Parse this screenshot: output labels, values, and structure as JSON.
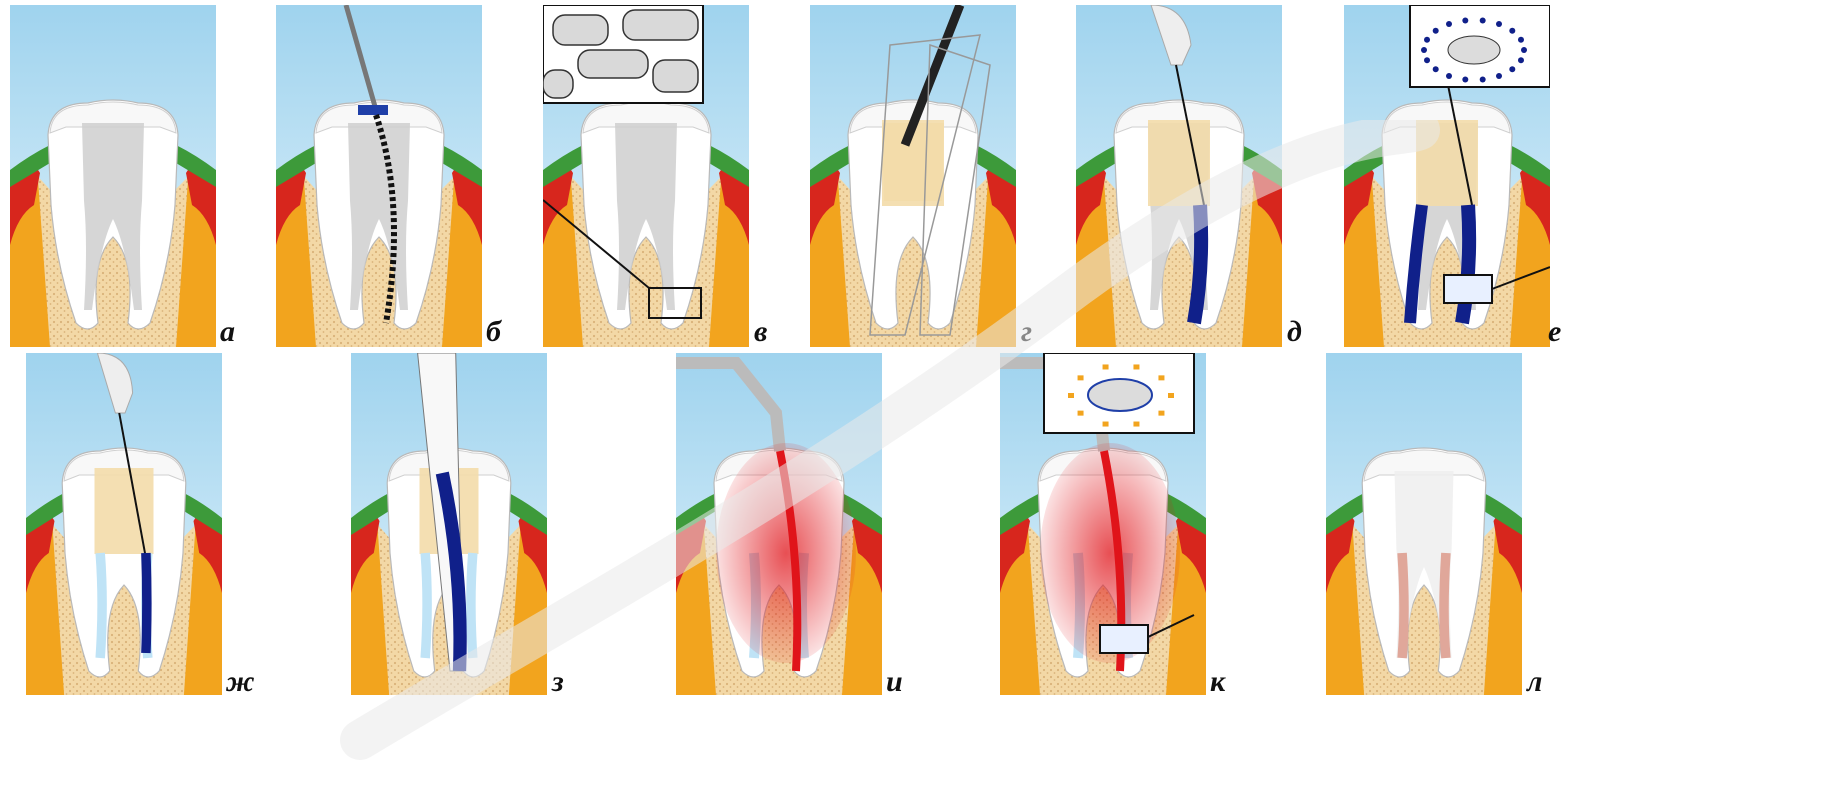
{
  "panels": [
    {
      "id": "a",
      "label": "а"
    },
    {
      "id": "b",
      "label": "б"
    },
    {
      "id": "v",
      "label": "в"
    },
    {
      "id": "g",
      "label": "г"
    },
    {
      "id": "d",
      "label": "д"
    },
    {
      "id": "e",
      "label": "е"
    },
    {
      "id": "zh",
      "label": "ж"
    },
    {
      "id": "z",
      "label": "з"
    },
    {
      "id": "i",
      "label": "и"
    },
    {
      "id": "k",
      "label": "к"
    },
    {
      "id": "l",
      "label": "л"
    }
  ],
  "colors": {
    "sky_top": "#9fd3ee",
    "sky_bottom": "#e3f3fb",
    "gum": "#3d9a3a",
    "gum_outer": "#d7261d",
    "bone_band": "#f2a41e",
    "bone": "#f3d8a6",
    "bone_dots": "#d9b27a",
    "enamel": "#f8f8f8",
    "dentin": "#ffffff",
    "pulp": "#cfcfcf",
    "filling": "#f3dcaa",
    "file_blue": "#10208a",
    "irrigant_light": "#bfe3f6",
    "laser_red": "#e0141a",
    "gutta": "#e0a79a"
  }
}
